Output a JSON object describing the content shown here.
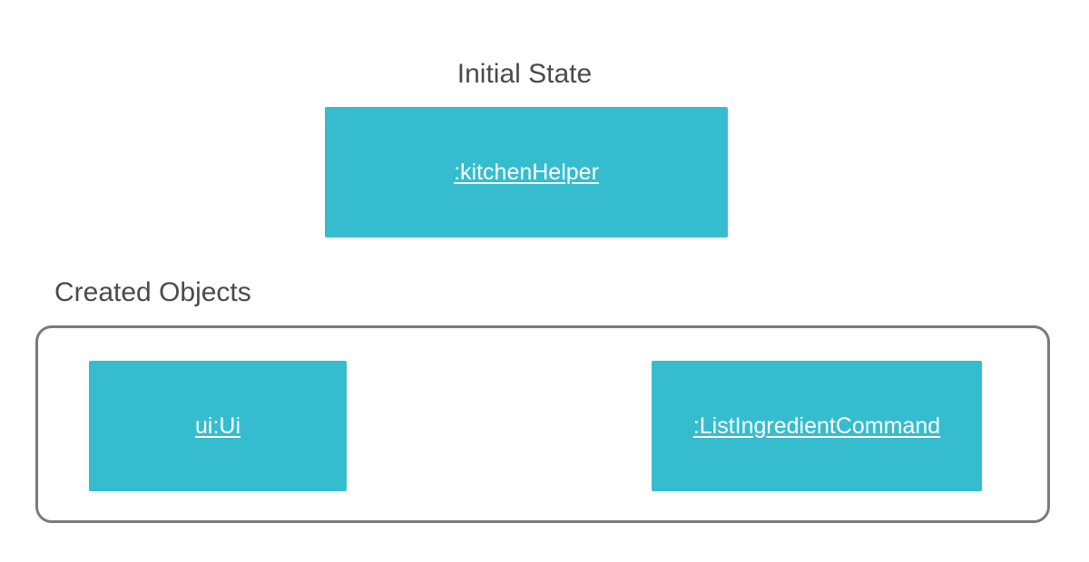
{
  "initial_state": {
    "title": "Initial State",
    "object": {
      "label": ":kitchenHelper",
      "color": "#35bdcf"
    }
  },
  "created_objects": {
    "title": "Created Objects",
    "frame_color": "#7a7a7a",
    "objects": [
      {
        "label": "ui:Ui",
        "color": "#35bdcf"
      },
      {
        "label": ":ListIngredientCommand",
        "color": "#35bdcf"
      }
    ]
  }
}
